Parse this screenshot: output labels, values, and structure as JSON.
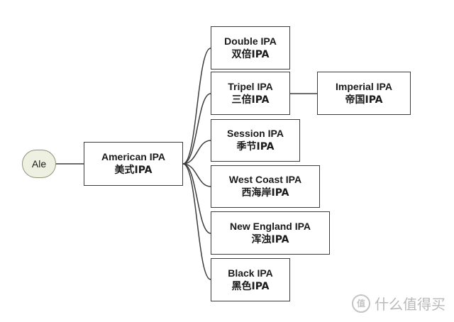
{
  "diagram": {
    "root": {
      "label": "Ale"
    },
    "level1": {
      "en": "American IPA",
      "cn": "美式IPA"
    },
    "children": [
      {
        "en": "Double IPA",
        "cn": "双倍IPA"
      },
      {
        "en": "Tripel IPA",
        "cn": "三倍IPA"
      },
      {
        "en": "Session IPA",
        "cn": "季节IPA"
      },
      {
        "en": "West Coast IPA",
        "cn": "西海岸IPA"
      },
      {
        "en": "New England IPA",
        "cn": "浑浊IPA"
      },
      {
        "en": "Black IPA",
        "cn": "黑色IPA"
      }
    ],
    "grandchild": {
      "en": "Imperial IPA",
      "cn": "帝国IPA"
    }
  },
  "watermark": {
    "text": "什么值得买",
    "logo_glyph": "值"
  },
  "colors": {
    "line": "#3c3c3c",
    "root_fill": "#eef0e1",
    "root_border": "#8e9478"
  }
}
